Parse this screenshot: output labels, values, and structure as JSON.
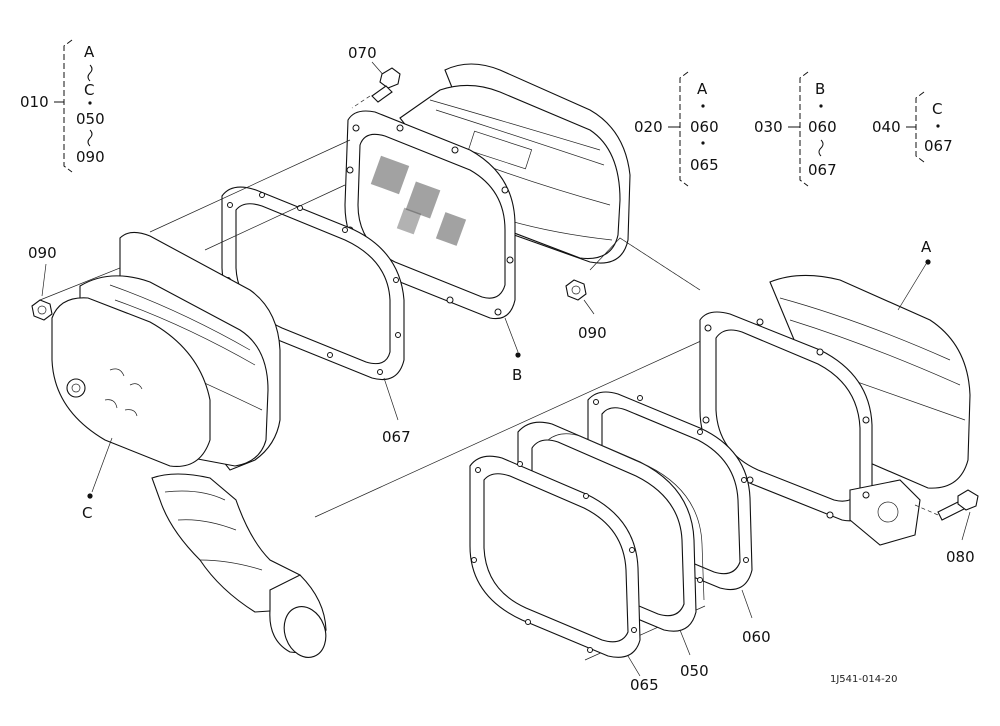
{
  "callouts": {
    "c010": "010",
    "c020": "020",
    "c030": "030",
    "c040": "040",
    "c050": "050",
    "c060": "060",
    "c065": "065",
    "c067": "067",
    "c070": "070",
    "c080": "080",
    "c090_left": "090",
    "c090_mid": "090"
  },
  "groups": {
    "g010": [
      "A",
      "~",
      "C",
      "·",
      "050",
      "~",
      "090"
    ],
    "g020": [
      "A",
      "·",
      "060",
      "·",
      "065"
    ],
    "g030": [
      "B",
      "·",
      "060",
      "~",
      "067"
    ],
    "g040": [
      "C",
      "·",
      "067"
    ]
  },
  "assembly_letters": {
    "a": "A",
    "b": "B",
    "c": "C"
  },
  "drawing_number": "1J541-014-20"
}
